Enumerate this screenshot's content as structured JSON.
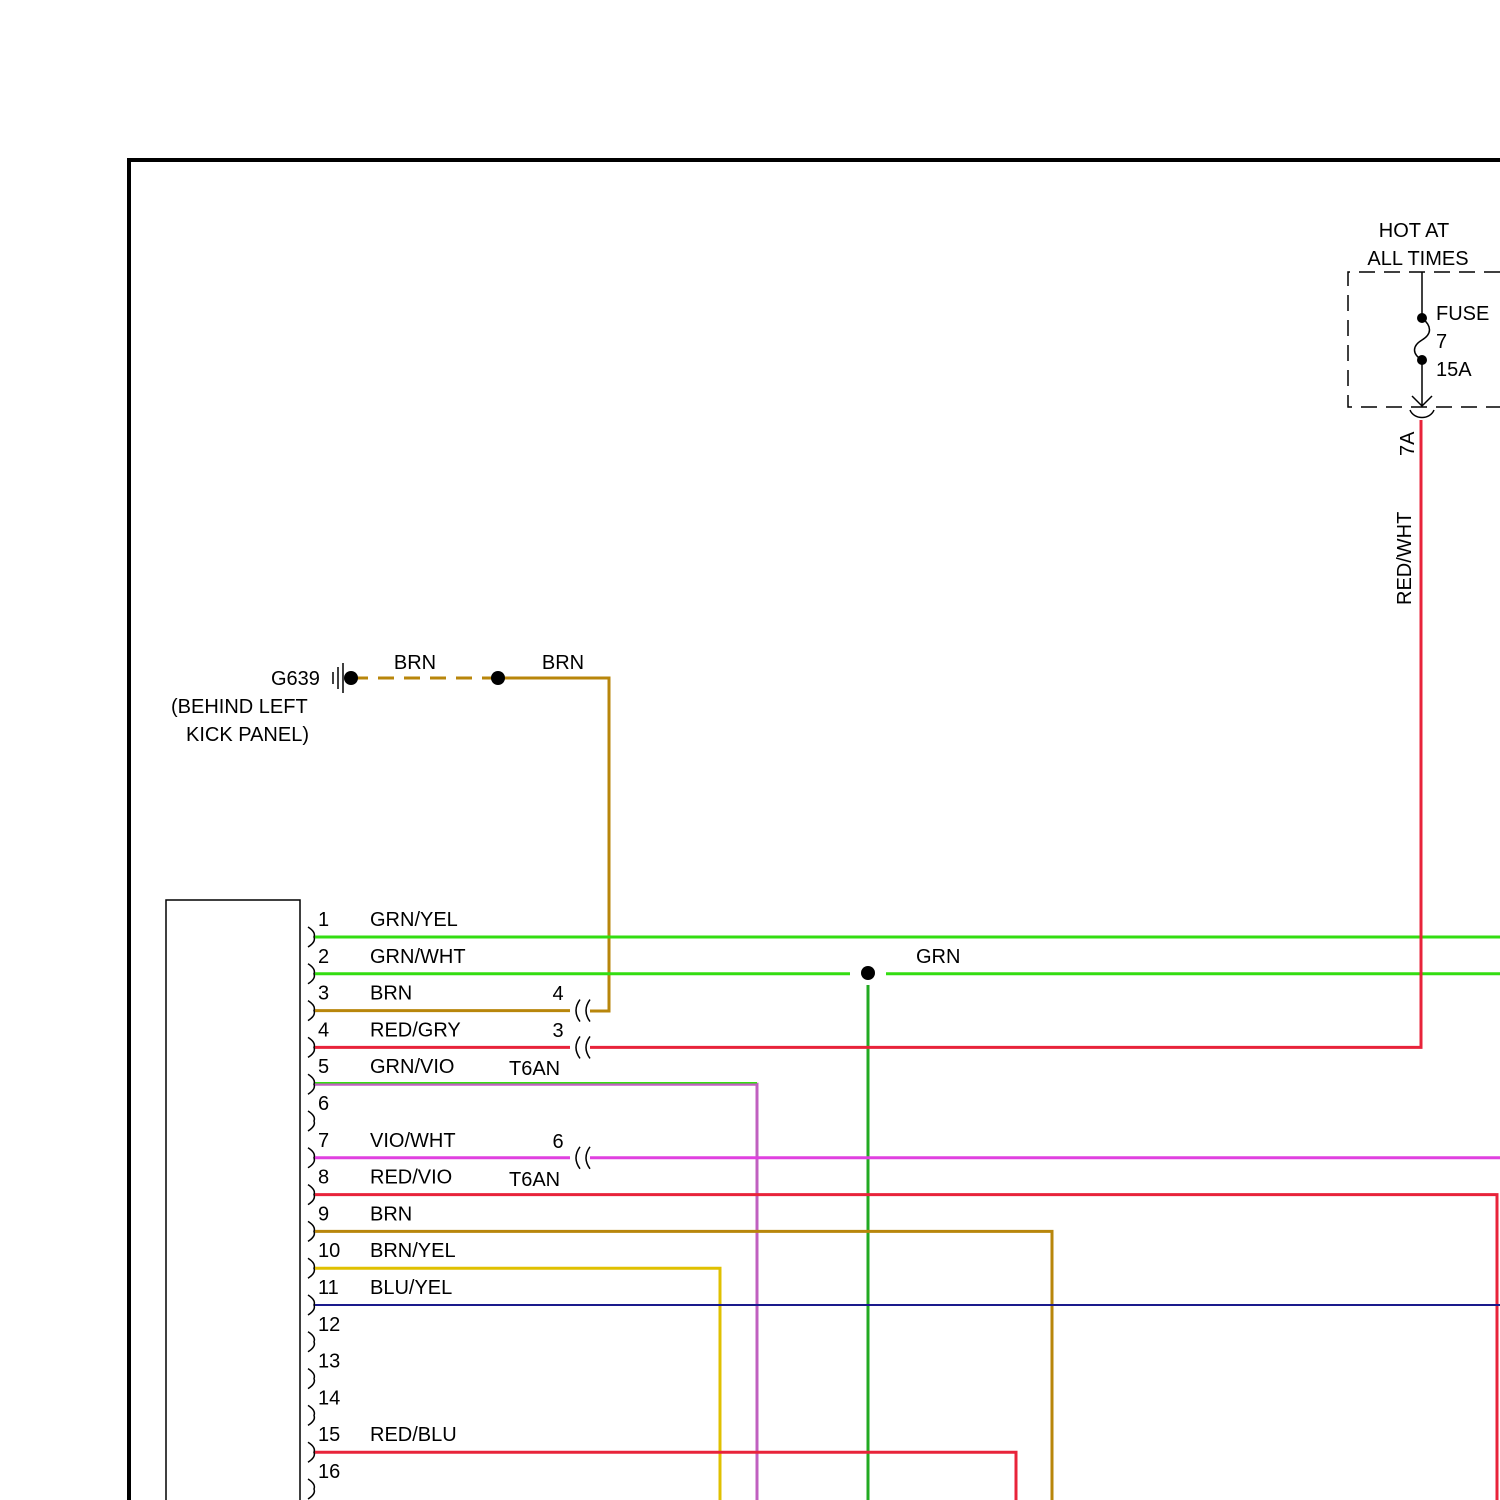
{
  "power_source": {
    "title_line1": "HOT AT",
    "title_line2": "ALL TIMES",
    "fuse_label": "FUSE",
    "fuse_number": "7",
    "fuse_rating": "15A",
    "terminal": "7A",
    "wire_color": "RED/WHT"
  },
  "ground": {
    "id": "G639",
    "location_line1": "(BEHIND LEFT",
    "location_line2": "KICK PANEL)",
    "wire_left": "BRN",
    "wire_right": "BRN"
  },
  "splice": {
    "wire_color": "GRN"
  },
  "connector_t6an": {
    "name_a": "T6AN",
    "name_b": "T6AN",
    "pin_a": "4",
    "pin_b": "3",
    "pin_c": "6"
  },
  "pins": [
    {
      "num": "1",
      "wire": "GRN/YEL"
    },
    {
      "num": "2",
      "wire": "GRN/WHT"
    },
    {
      "num": "3",
      "wire": "BRN"
    },
    {
      "num": "4",
      "wire": "RED/GRY"
    },
    {
      "num": "5",
      "wire": "GRN/VIO"
    },
    {
      "num": "6",
      "wire": ""
    },
    {
      "num": "7",
      "wire": "VIO/WHT"
    },
    {
      "num": "8",
      "wire": "RED/VIO"
    },
    {
      "num": "9",
      "wire": "BRN"
    },
    {
      "num": "10",
      "wire": "BRN/YEL"
    },
    {
      "num": "11",
      "wire": "BLU/YEL"
    },
    {
      "num": "12",
      "wire": ""
    },
    {
      "num": "13",
      "wire": ""
    },
    {
      "num": "14",
      "wire": ""
    },
    {
      "num": "15",
      "wire": "RED/BLU"
    },
    {
      "num": "16",
      "wire": ""
    }
  ],
  "colors": {
    "grn": "#33dd11",
    "grn_dark": "#22aa22",
    "brn": "#b8860b",
    "red": "#e8233a",
    "vio": "#e040e0",
    "yel": "#e0c000",
    "blu": "#1a1a8c"
  }
}
